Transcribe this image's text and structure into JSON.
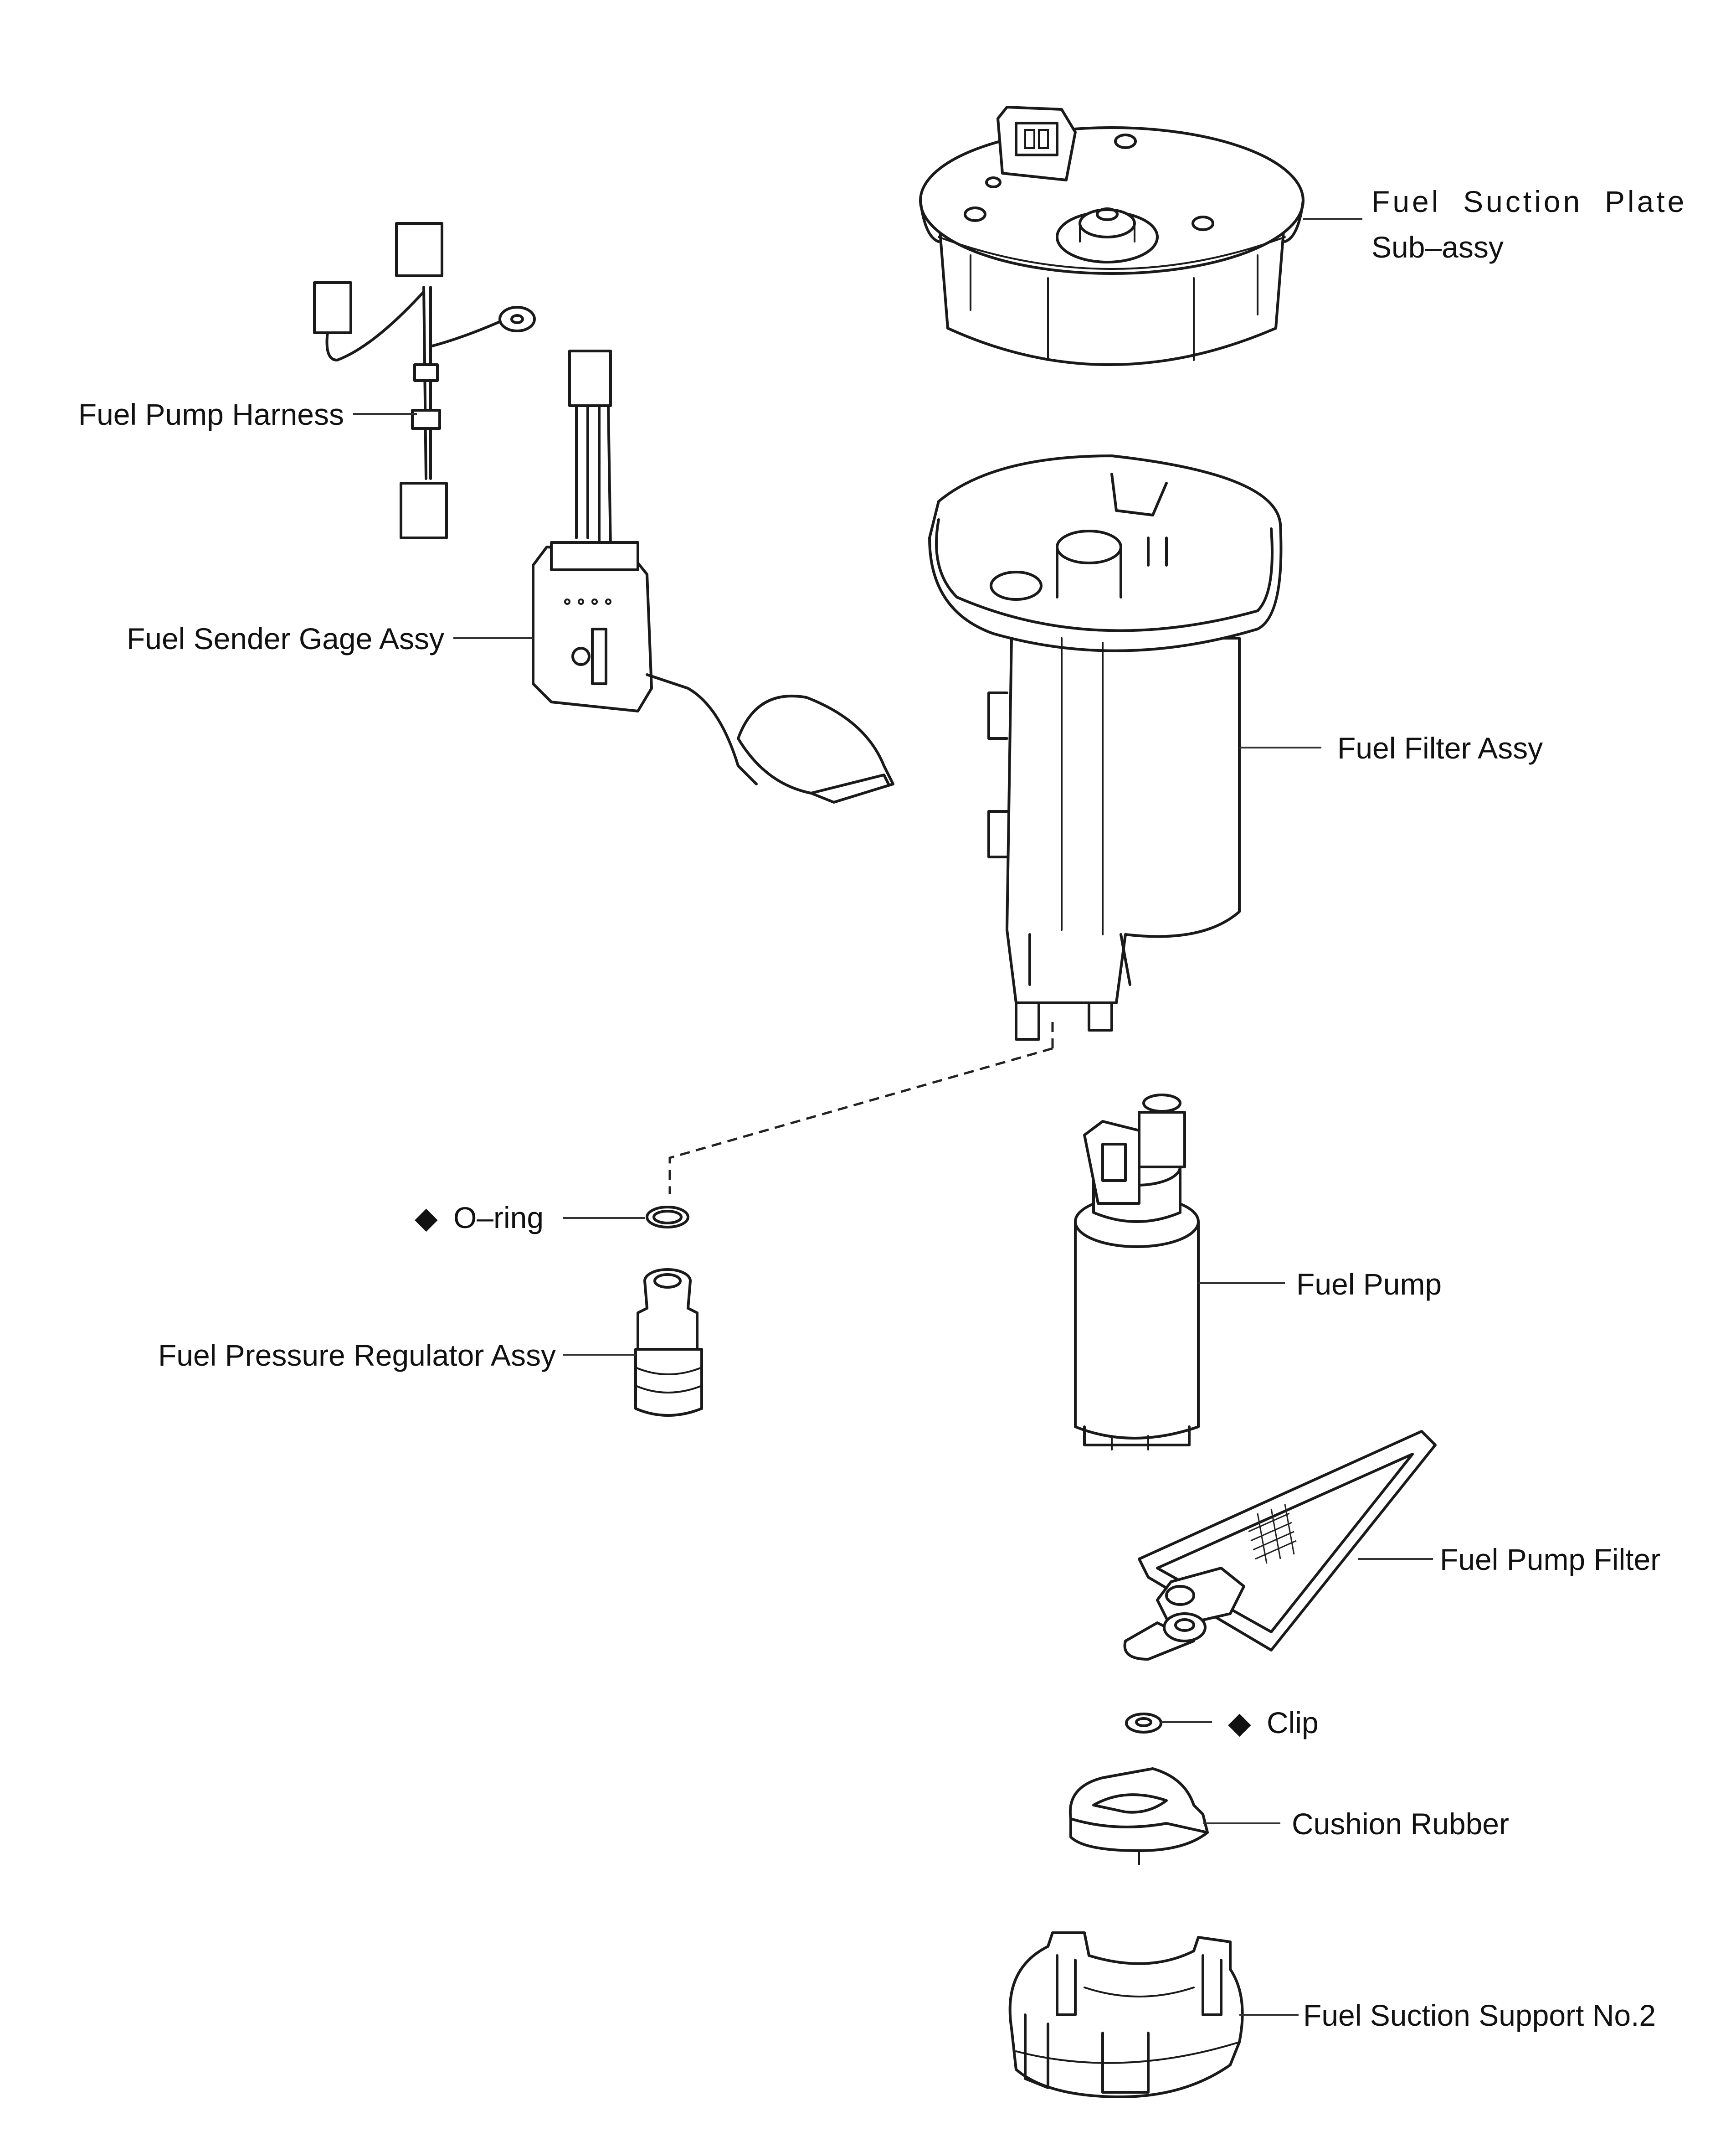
{
  "labels": {
    "suction_plate": [
      "Fuel  Suction  Plate",
      "Sub–assy"
    ],
    "pump_harness": "Fuel Pump Harness",
    "sender_gage": "Fuel Sender Gage Assy",
    "filter_assy": "Fuel Filter Assy",
    "o_ring": "O–ring",
    "pressure_regulator": "Fuel Pressure Regulator Assy",
    "fuel_pump": "Fuel Pump",
    "pump_filter": "Fuel Pump Filter",
    "clip": "Clip",
    "cushion_rubber": "Cushion Rubber",
    "suction_support": "Fuel Suction Support No.2"
  },
  "symbols": {
    "non_reusable_marker": "◆"
  },
  "colors": {
    "line": "#1a1a1a",
    "text": "#111111",
    "background": "#ffffff"
  }
}
